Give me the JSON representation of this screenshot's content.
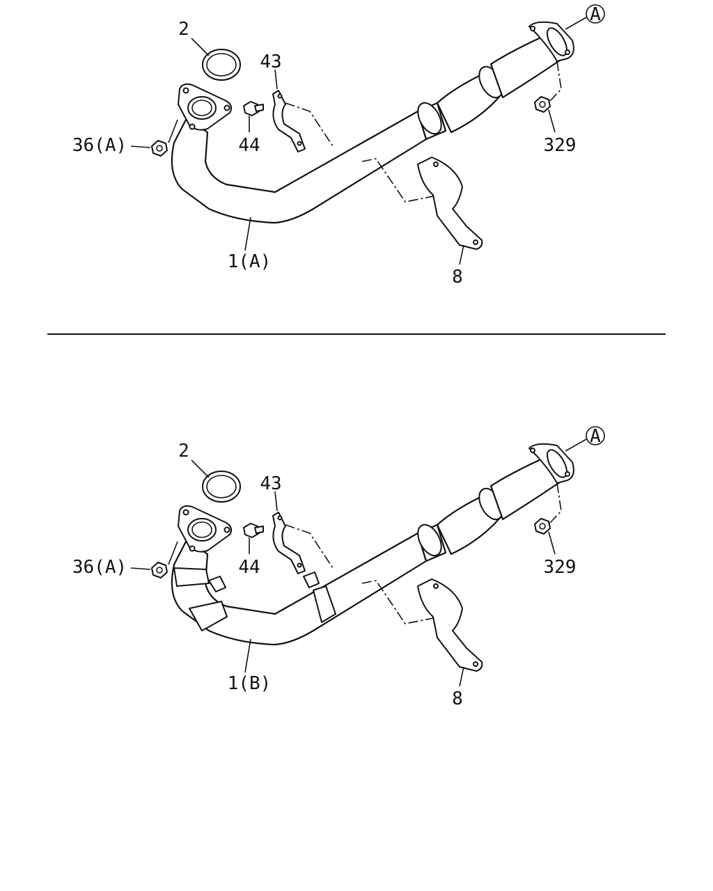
{
  "callout_a_letter": "A",
  "top_view": {
    "labels": {
      "gasket": "2",
      "clamp": "43",
      "bolt": "44",
      "nut_left": "36(A)",
      "nut_right": "329",
      "pipe": "1(A)",
      "bracket": "8"
    }
  },
  "bottom_view": {
    "labels": {
      "gasket": "2",
      "clamp": "43",
      "bolt": "44",
      "nut_left": "36(A)",
      "nut_right": "329",
      "pipe": "1(B)",
      "bracket": "8"
    }
  }
}
